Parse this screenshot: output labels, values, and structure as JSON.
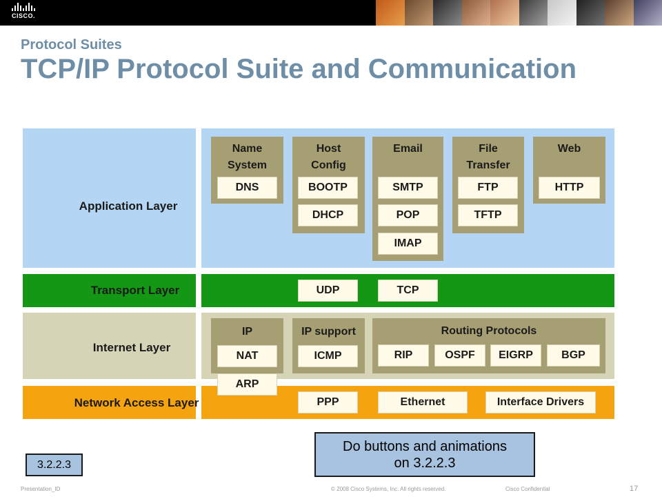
{
  "header": {
    "subtitle": "Protocol Suites",
    "title": "TCP/IP Protocol Suite and Communication",
    "logo_text": "CISCO."
  },
  "diagram": {
    "layers": [
      {
        "label": "Application Layer",
        "color": "#b4d6f4"
      },
      {
        "label": "Transport Layer",
        "color": "#149714"
      },
      {
        "label": "Internet Layer",
        "color": "#d6d4b6"
      },
      {
        "label": "Network Access Layer",
        "color": "#f6a310"
      }
    ],
    "application_groups": [
      {
        "title_line1": "Name",
        "title_line2": "System",
        "protocols": [
          "DNS"
        ]
      },
      {
        "title_line1": "Host",
        "title_line2": "Config",
        "protocols": [
          "BOOTP",
          "DHCP"
        ]
      },
      {
        "title_line1": "Email",
        "title_line2": "",
        "protocols": [
          "SMTP",
          "POP",
          "IMAP"
        ]
      },
      {
        "title_line1": "File",
        "title_line2": "Transfer",
        "protocols": [
          "FTP",
          "TFTP"
        ]
      },
      {
        "title_line1": "Web",
        "title_line2": "",
        "protocols": [
          "HTTP"
        ]
      }
    ],
    "transport_protocols": [
      "UDP",
      "TCP"
    ],
    "internet_groups": [
      {
        "title": "IP",
        "protocols": [
          "NAT",
          "ARP"
        ]
      },
      {
        "title": "IP support",
        "protocols": [
          "ICMP"
        ]
      },
      {
        "title": "Routing Protocols",
        "protocols": [
          "RIP",
          "OSPF",
          "EIGRP",
          "BGP"
        ]
      }
    ],
    "network_access_protocols": [
      "PPP",
      "Ethernet",
      "Interface Drivers"
    ]
  },
  "reference": "3.2.2.3",
  "note": {
    "line1": "Do buttons and animations",
    "line2": "on 3.2.2.3"
  },
  "footer": {
    "presentation_id": "Presentation_ID",
    "copyright": "© 2008 Cisco Systems, Inc. All rights reserved.",
    "confidential": "Cisco Confidential",
    "page_number": "17"
  }
}
